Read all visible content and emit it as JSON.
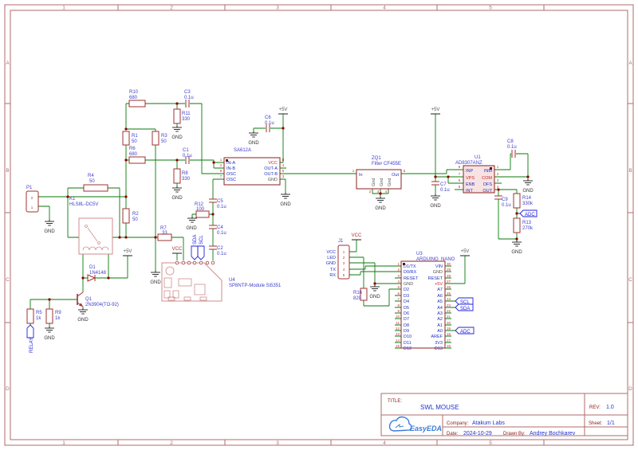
{
  "sheet": {
    "columns": [
      "1",
      "2",
      "3",
      "4",
      "5"
    ],
    "rows": [
      "A",
      "B",
      "C",
      "D"
    ],
    "title_block": {
      "title_label": "TITLE:",
      "title": "SWL MOUSE",
      "rev_label": "REV:",
      "rev": "1.0",
      "company_label": "Company:",
      "company": "Atakum Labs",
      "sheet_label": "Sheet:",
      "sheet": "1/1",
      "date_label": "Date:",
      "date": "2024-10-29",
      "drawn_by_label": "Drawn By:",
      "drawn_by": "Andrey Bochkarev",
      "logo_text": "EasyEDA"
    }
  },
  "power": {
    "p5v": "+5V",
    "vcc": "VCC",
    "gnd": "GND"
  },
  "flags": {
    "adc": "ADC",
    "scl": "SCL",
    "sda": "SDA",
    "relay": "RELAY"
  },
  "parts": {
    "p1": {
      "ref": "P1",
      "pin_numbers": [
        "2",
        "1"
      ]
    },
    "k1": {
      "ref": "K1",
      "value": "HLS8L-DC5V"
    },
    "r1": {
      "ref": "R1",
      "value": "50"
    },
    "r2": {
      "ref": "R2",
      "value": "50"
    },
    "r3": {
      "ref": "R3",
      "value": "50"
    },
    "r4": {
      "ref": "R4",
      "value": "50"
    },
    "r5": {
      "ref": "R5",
      "value": "1k"
    },
    "r6": {
      "ref": "R6",
      "value": "680"
    },
    "r7": {
      "ref": "R7",
      "value": "33"
    },
    "r8": {
      "ref": "R8",
      "value": "330"
    },
    "r9": {
      "ref": "R9",
      "value": "1k"
    },
    "r10": {
      "ref": "R10",
      "value": "680"
    },
    "r11": {
      "ref": "R11",
      "value": "330"
    },
    "r12": {
      "ref": "R12",
      "value": "100"
    },
    "r13": {
      "ref": "R13",
      "value": "270k"
    },
    "r14": {
      "ref": "R14",
      "value": "330k"
    },
    "r16": {
      "ref": "R16",
      "value": "820"
    },
    "c1": {
      "ref": "C1",
      "value": "0.1u"
    },
    "c2": {
      "ref": "C2",
      "value": "0.1u"
    },
    "c3": {
      "ref": "C3",
      "value": "0.1u"
    },
    "c4": {
      "ref": "C4",
      "value": "0.1u"
    },
    "c5": {
      "ref": "C5",
      "value": "0.1u"
    },
    "c6": {
      "ref": "C6",
      "value": "0.1u"
    },
    "c7": {
      "ref": "C7",
      "value": "0.1u"
    },
    "c8": {
      "ref": "C8",
      "value": "0.1u"
    },
    "c9": {
      "ref": "C9",
      "value": "0.1u"
    },
    "d1": {
      "ref": "D1",
      "value": "1N4148"
    },
    "q1": {
      "ref": "Q1",
      "value": "2N3904(TO-92)"
    },
    "mixer": {
      "value": "SA612A",
      "left_pins": [
        "IN-A",
        "IN-B",
        "OSC",
        "OSC"
      ],
      "right_pins": [
        "VCC",
        "OUT-A",
        "OUT-B",
        "GND"
      ],
      "left_numbers": [
        "1",
        "2",
        "6",
        "7"
      ],
      "right_numbers": [
        "8",
        "4",
        "5",
        "3"
      ]
    },
    "zq1": {
      "ref": "ZQ1",
      "value": "Filter CF455E",
      "pin_in": "In",
      "pin_out": "Out",
      "pin_gnd": "Gnd",
      "numbers": [
        "1",
        "2",
        "3",
        "4",
        "5"
      ]
    },
    "u1": {
      "ref": "U1",
      "value": "AD8307ANZ",
      "left_pins": [
        "INP",
        "VPS",
        "ENB",
        "INT"
      ],
      "right_pins": [
        "INM",
        "COM",
        "OFS",
        "OUT"
      ],
      "left_numbers": [
        "8",
        "7",
        "6",
        "5"
      ],
      "right_numbers": [
        "1",
        "2",
        "3",
        "4"
      ]
    },
    "u3": {
      "ref": "U3",
      "value": "ARDUINO_NANO",
      "left_pins": [
        "D1/TX",
        "D0/RX",
        "RESET",
        "GND",
        "D2",
        "D3",
        "D4",
        "D5",
        "D6",
        "D7",
        "D8",
        "D9",
        "D10",
        "D11",
        "D12"
      ],
      "right_pins": [
        "VIN",
        "GND",
        "RESET",
        "+5V",
        "A7",
        "A6",
        "A5",
        "A4",
        "A3",
        "A2",
        "A1",
        "A0",
        "AREF",
        "3V3",
        "D13"
      ],
      "left_numbers": [
        "1",
        "2",
        "3",
        "4",
        "5",
        "6",
        "7",
        "8",
        "9",
        "10",
        "11",
        "12",
        "13",
        "14",
        "15"
      ],
      "right_numbers": [
        "30",
        "29",
        "28",
        "27",
        "26",
        "25",
        "24",
        "23",
        "22",
        "21",
        "20",
        "19",
        "18",
        "17",
        "16"
      ]
    },
    "u4": {
      "ref": "U4",
      "value": "SP8NTP-Module Si5351"
    },
    "j1": {
      "ref": "J1",
      "pin_labels": [
        "VCC",
        "LED",
        "GND",
        "TX",
        "RX"
      ],
      "pin_numbers": [
        "1",
        "2",
        "3",
        "4",
        "5"
      ]
    }
  }
}
